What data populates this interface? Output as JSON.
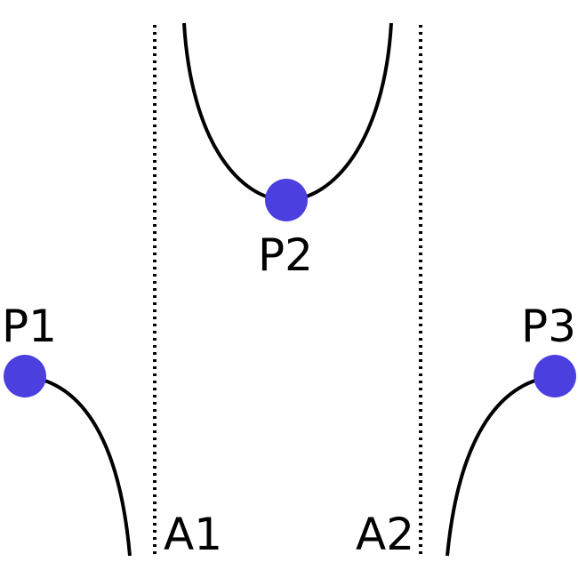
{
  "colors": {
    "point": "#4b3fe0",
    "curve": "#000000",
    "asymptote": "#000000",
    "text": "#000000"
  },
  "points": [
    {
      "label": "P1"
    },
    {
      "label": "P2"
    },
    {
      "label": "P3"
    }
  ],
  "asymptotes": [
    {
      "label": "A1"
    },
    {
      "label": "A2"
    }
  ]
}
